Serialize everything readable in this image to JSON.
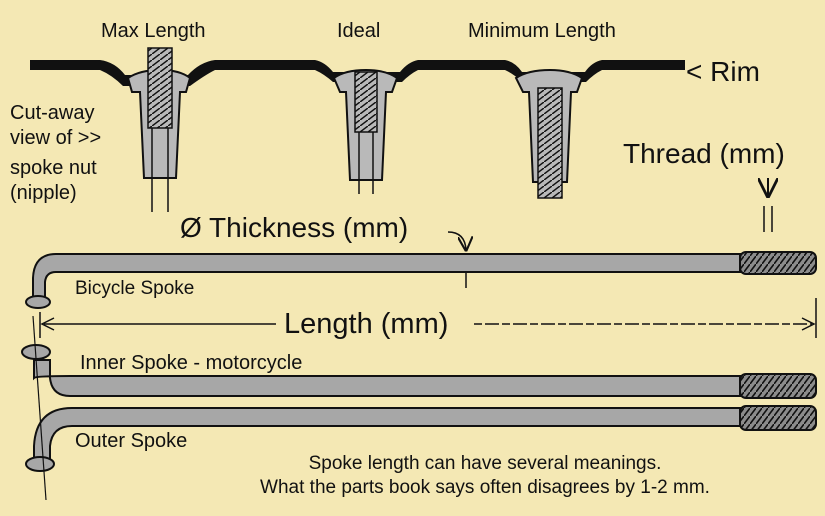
{
  "nipple_labels": {
    "max": "Max Length",
    "ideal": "Ideal",
    "min": "Minimum Length"
  },
  "rim_label": "< Rim",
  "cutaway_label": [
    "Cut-away",
    "view of  >>",
    "spoke nut",
    "(nipple)"
  ],
  "thread_label": "Thread (mm)",
  "thickness_label": "Ø Thickness (mm)",
  "bicycle_spoke_label": "Bicycle Spoke",
  "length_label": "Length (mm)",
  "inner_spoke_label": "Inner Spoke - motorcycle",
  "outer_spoke_label": "Outer Spoke",
  "notes": [
    "Spoke length can have several meanings.",
    "What the parts book says often disagrees by 1-2 mm."
  ],
  "colors": {
    "background": "#f4e8b4",
    "spoke_fill": "#a7a7a7",
    "nipple_fill": "#b9b9b9",
    "outline": "#111111"
  }
}
